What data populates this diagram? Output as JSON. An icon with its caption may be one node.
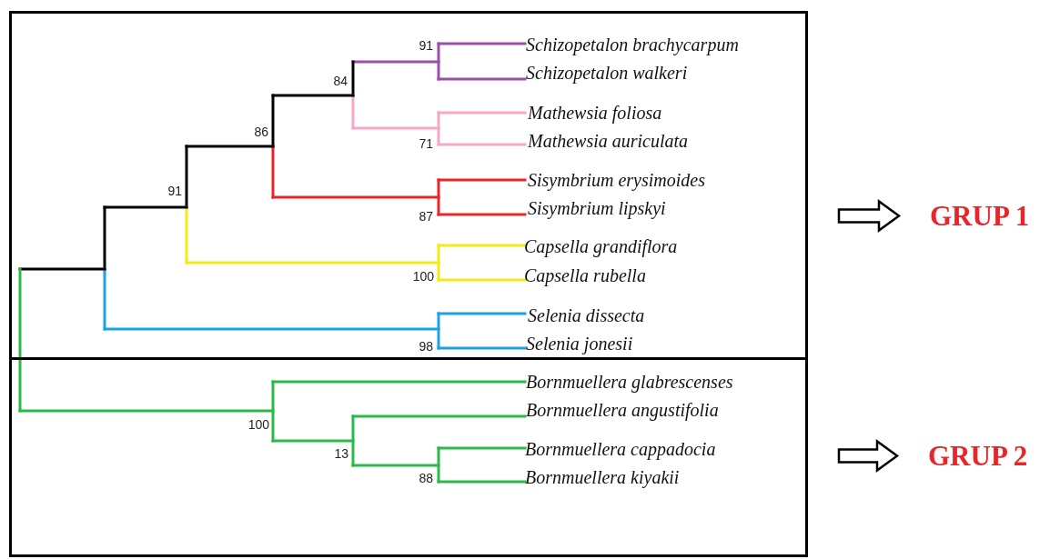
{
  "diagram": {
    "nodes": [
      {
        "text": [],
        "shape": "box"
      },
      {
        "text": [],
        "shape": "box"
      },
      {
        "text": [
          "GRUP 1"
        ]
      },
      {
        "text": [
          "GRUP 2"
        ]
      }
    ],
    "edges": [
      {
        "from": 0,
        "to": 2,
        "arrow": "to"
      },
      {
        "from": 1,
        "to": 3,
        "arrow": "to"
      }
    ],
    "labels": [
      "91",
      "Schizopetalon brachycarpum",
      "Schizopetalon walkeri",
      "84",
      "Mathewsia foliosa",
      "86",
      "Mathewsia auriculata",
      "71",
      "Sisymbrium erysimoides",
      "91",
      "Sisymbrium lipskyi",
      "87",
      "Capsella grandiflora",
      "Capsella rubella",
      "100",
      "Selenia dissecta",
      "Selenia jonesii",
      "98",
      "Bornmuellera glabrescenses",
      "Bornmuellera angustifolia",
      "100",
      "Bornmuellera cappadocia",
      "13",
      "Bornmuellera kiyakii",
      "88"
    ]
  }
}
